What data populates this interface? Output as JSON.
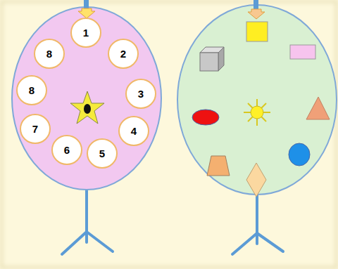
{
  "diagram": {
    "nodes": [
      {
        "text": [
          "1"
        ]
      },
      {
        "text": [
          "8"
        ]
      },
      {
        "text": [
          "2"
        ]
      },
      {
        "text": [
          "8"
        ]
      },
      {
        "text": [
          "3"
        ]
      },
      {
        "text": [
          "7"
        ]
      },
      {
        "text": [
          "4"
        ]
      },
      {
        "text": [
          "6"
        ]
      },
      {
        "text": [
          "5"
        ]
      }
    ]
  }
}
